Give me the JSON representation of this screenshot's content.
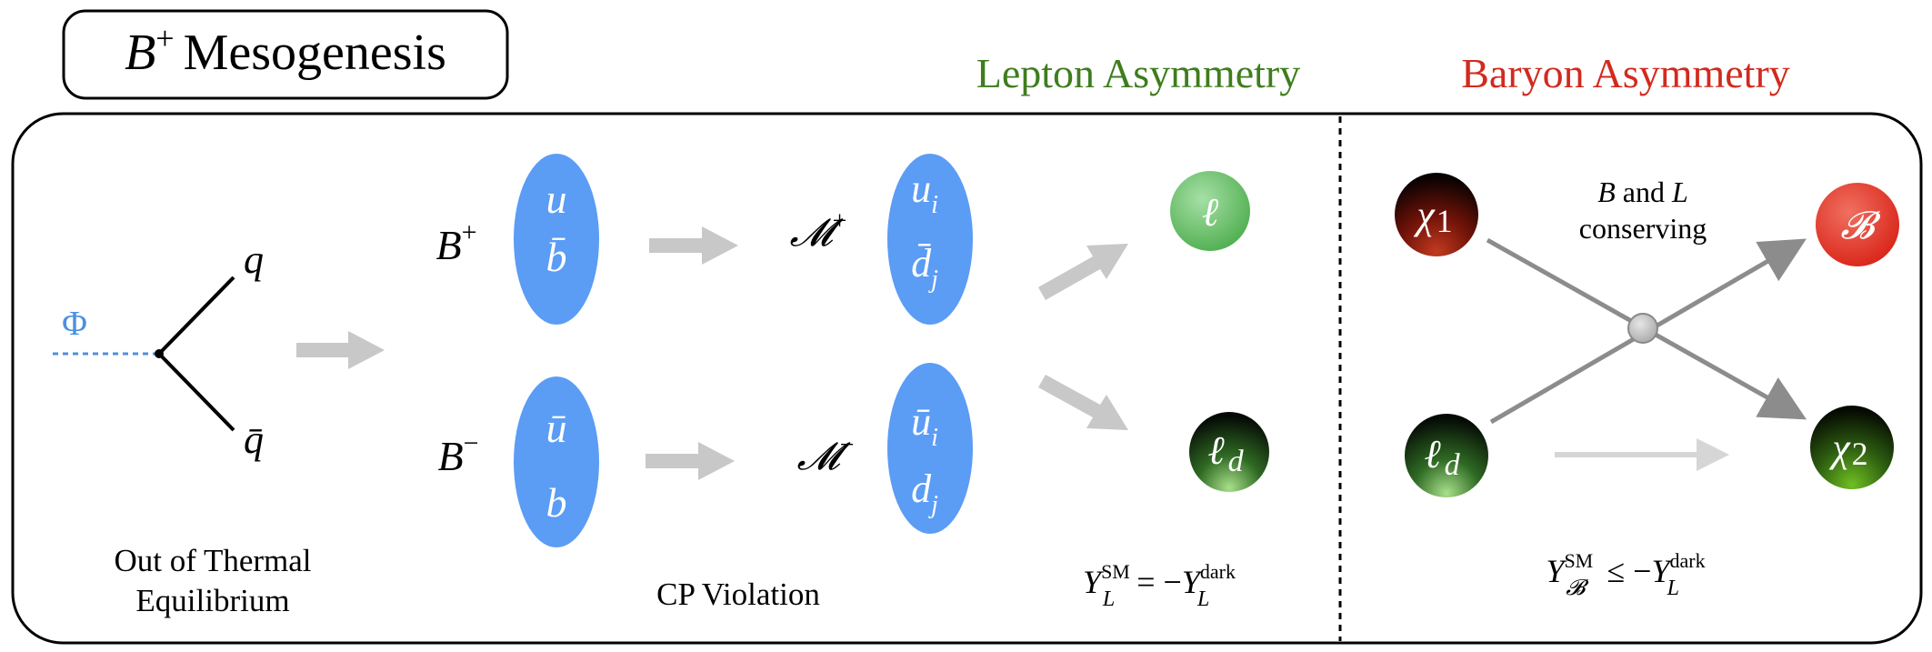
{
  "title": {
    "symbol": "B",
    "superscript": "+",
    "text": "Mesogenesis"
  },
  "headings": {
    "lepton": "Lepton Asymmetry",
    "baryon": "Baryon Asymmetry",
    "lepton_color": "#3e7d1e",
    "baryon_color": "#d22a1e"
  },
  "stage1": {
    "field": "Φ",
    "quark": "q",
    "antiquark": "q̄",
    "caption_line1": "Out of Thermal",
    "caption_line2": "Equilibrium",
    "field_color": "#4a90e2"
  },
  "stage2": {
    "b_plus": {
      "symbol": "B",
      "sup": "+"
    },
    "b_minus": {
      "symbol": "B",
      "sup": "−"
    },
    "b_plus_quarks": [
      "u",
      "b̄"
    ],
    "b_minus_quarks": [
      "ū",
      "b"
    ],
    "m_plus": {
      "symbol": "𝓜",
      "sup": "+"
    },
    "m_minus": {
      "symbol": "𝓜",
      "sup": "−"
    },
    "m_plus_quarks": [
      {
        "base": "u",
        "sub": "i"
      },
      {
        "base": "d̄",
        "sub": "j"
      }
    ],
    "m_minus_quarks": [
      {
        "base": "ū",
        "sub": "i"
      },
      {
        "base": "d",
        "sub": "j"
      }
    ],
    "caption": "CP Violation",
    "meson_color": "#5b9cf5"
  },
  "stage3": {
    "lepton": "ℓ",
    "dark_lepton": {
      "base": "ℓ",
      "sub": "d"
    },
    "relation": {
      "lhs": "Y",
      "lhs_sub": "L",
      "lhs_sup": "SM",
      "op": "= −",
      "rhs": "Y",
      "rhs_sub": "L",
      "rhs_sup": "dark"
    }
  },
  "stage4": {
    "chi1": {
      "base": "χ",
      "sub": "1"
    },
    "chi2": {
      "base": "χ",
      "sub": "2"
    },
    "baryon": "𝓑",
    "dark_lepton": {
      "base": "ℓ",
      "sub": "d"
    },
    "vertex_note_line1_sym1": "B",
    "vertex_note_line1_and": "and",
    "vertex_note_line1_sym2": "L",
    "vertex_note_line2": "conserving",
    "relation": {
      "lhs": "Y",
      "lhs_sub": "𝓑",
      "lhs_sup": "SM",
      "op": "≤ −",
      "rhs": "Y",
      "rhs_sub": "L",
      "rhs_sup": "dark"
    }
  }
}
